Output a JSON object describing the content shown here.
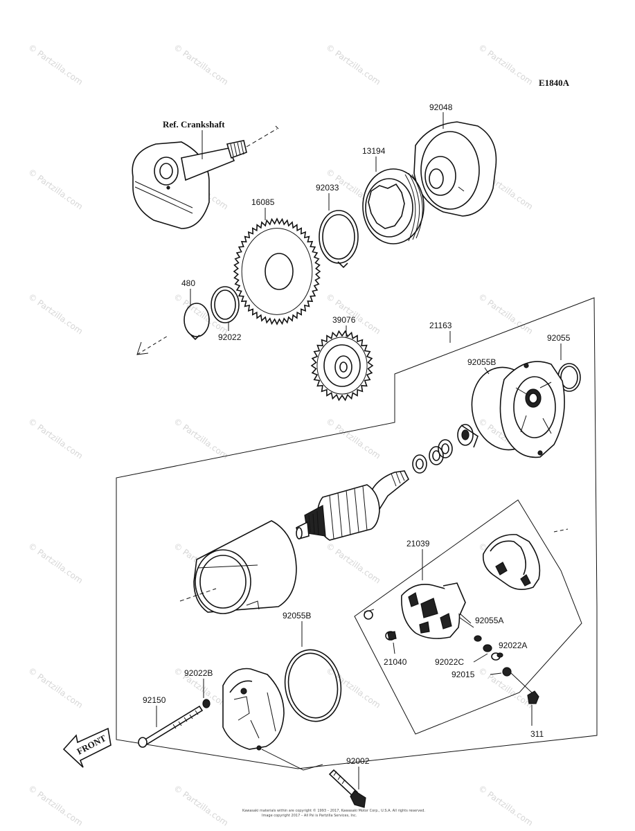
{
  "diagram_code": "E1840A",
  "ref_label": "Ref. Crankshaft",
  "front_label": "FRONT",
  "watermark_text": "© Partzilla.com",
  "footer_line1": "Kawasaki materials within are copyright © 1993 – 2017, Kawasaki Motor Corp., U.S.A. All rights reserved.",
  "footer_line2": "Image copyright 2017 – All Psi is Partzilla Services, Inc.",
  "part_labels": {
    "p92048": "92048",
    "p13194": "13194",
    "p92033": "92033",
    "p16085": "16085",
    "p480": "480",
    "p92022": "92022",
    "p39076": "39076",
    "p21163": "21163",
    "p92055": "92055",
    "p92055B_top": "92055B",
    "p21039": "21039",
    "p92055A": "92055A",
    "p92022A": "92022A",
    "p92022C": "92022C",
    "p92015": "92015",
    "p21040": "21040",
    "p92055B_mid": "92055B",
    "p92022B": "92022B",
    "p92150": "92150",
    "p92002": "92002",
    "p311": "311"
  }
}
